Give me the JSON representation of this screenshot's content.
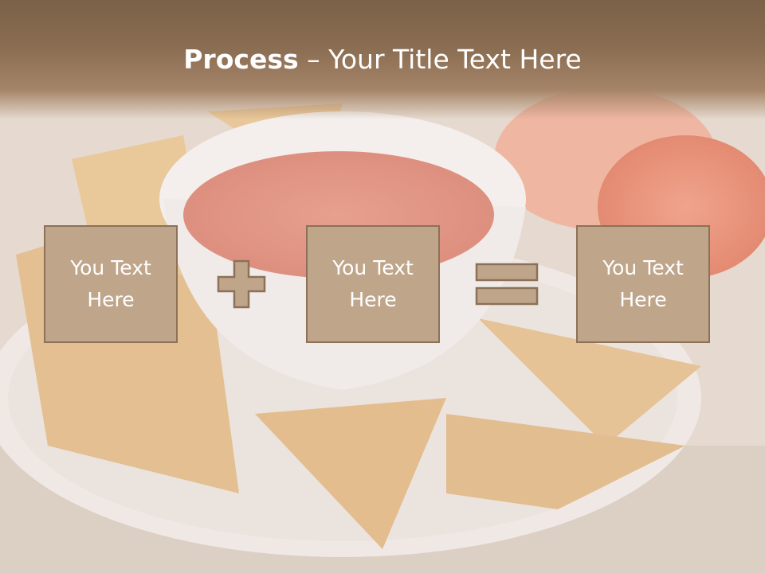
{
  "title": {
    "bold": "Process",
    "separator": " – ",
    "rest": "Your Title Text Here"
  },
  "boxes": [
    {
      "text": "You Text Here"
    },
    {
      "text": "You Text Here"
    },
    {
      "text": "You Text Here"
    }
  ],
  "operators": [
    "plus-icon",
    "equals-icon"
  ],
  "background": "nachos-and-salsa-photo",
  "colors": {
    "title_band": "#8a6d52",
    "box_fill": "#bfa58a",
    "box_border": "#8c7158",
    "text": "#ffffff"
  }
}
